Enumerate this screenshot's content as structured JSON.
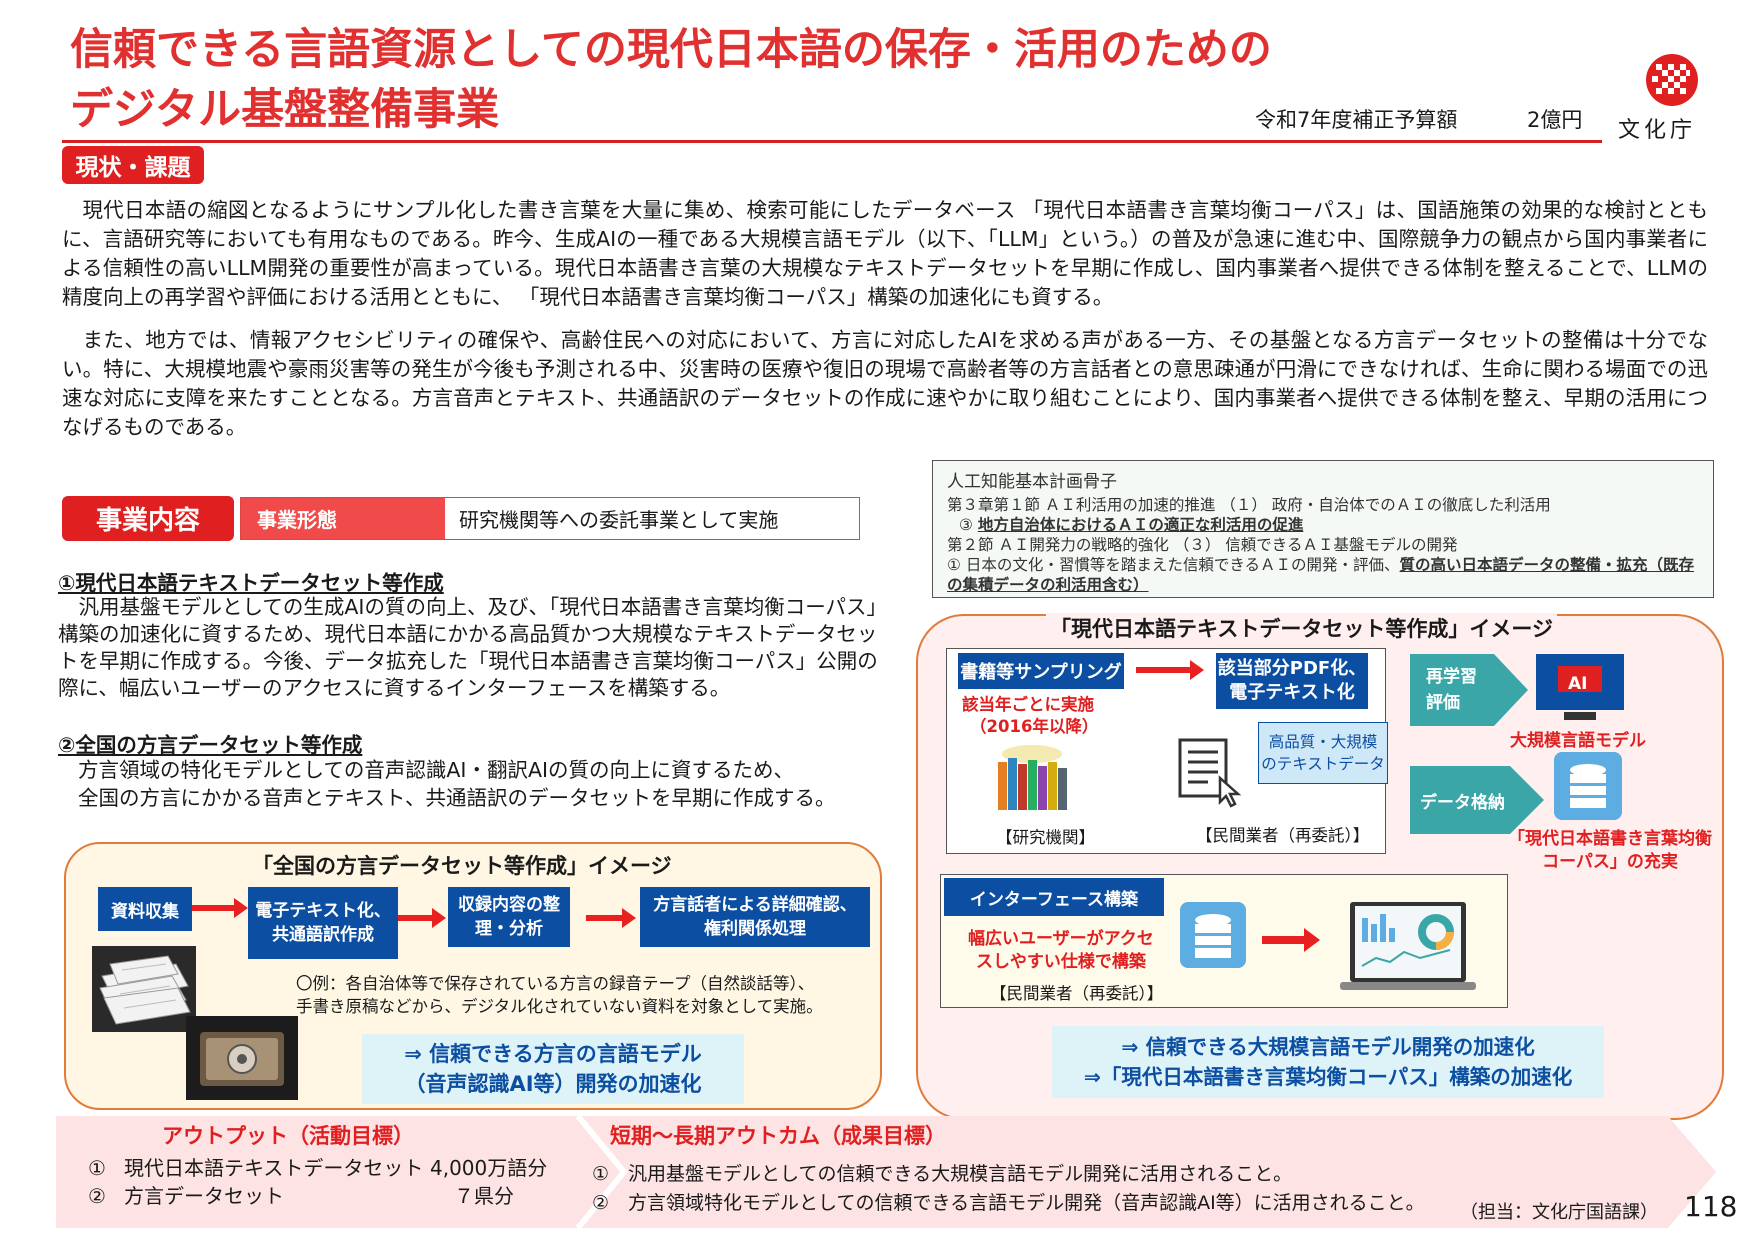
{
  "header": {
    "title_line1": "信頼できる言語資源としての現代日本語の保存・活用のための",
    "title_line2": "デジタル基盤整備事業",
    "budget_label": "令和7年度補正予算額",
    "budget_value": "2億円",
    "logo_text": "文化庁"
  },
  "status": {
    "label": "現状・課題",
    "para1": "現代日本語の縮図となるようにサンプル化した書き言葉を大量に集め、検索可能にしたデータベース 「現代日本語書き言葉均衡コーパス」は、国語施策の効果的な検討とともに、言語研究等においても有用なものである。昨今、生成AIの一種である大規模言語モデル（以下、「LLM」という。）の普及が急速に進む中、国際競争力の観点から国内事業者による信頼性の高いLLM開発の重要性が高まっている。現代日本語書き言葉の大規模なテキストデータセットを早期に作成し、国内事業者へ提供できる体制を整えることで、LLMの精度向上の再学習や評価における活用とともに、 「現代日本語書き言葉均衡コーパス」構築の加速化にも資する。",
    "para2": "また、地方では、情報アクセシビリティの確保や、高齢住民への対応において、方言に対応したAIを求める声がある一方、その基盤となる方言データセットの整備は十分でない。特に、大規模地震や豪雨災害等の発生が今後も予測される中、災害時の医療や復旧の現場で高齢者等の方言話者との意思疎通が円滑にできなければ、生命に関わる場面での迅速な対応に支障を来たすこととなる。方言音声とテキスト、共通語訳のデータセットの作成に速やかに取り組むことにより、国内事業者へ提供できる体制を整え、早期の活用につなげるものである。"
  },
  "ai_plan": {
    "title": "人工知能基本計画骨子",
    "line1": "第３章第１節 ＡＩ利活用の加速的推進 （１） 政府・自治体でのＡＩの徹底した利活用",
    "line2_pre": "③ ",
    "line2_ul": "地方自治体におけるＡＩの適正な利活用の促進",
    "line3": "第２節 ＡＩ開発力の戦略的強化 （３） 信頼できるＡＩ基盤モデルの開発",
    "line4_pre": "① 日本の文化・習慣等を踏まえた信頼できるＡＩの開発・評価、",
    "line4_ul": "質の高い日本語データの整備・拡充（既存の集積データの利活用含む）"
  },
  "business": {
    "label": "事業内容",
    "form_label": "事業形態",
    "form_value": "研究機関等への委託事業として実施",
    "item1_title": "①現代日本語テキストデータセット等作成",
    "item1_body": "汎用基盤モデルとしての生成AIの質の向上、及び、「現代日本語書き言葉均衡コーパス」構築の加速化に資するため、現代日本語にかかる高品質かつ大規模なテキストデータセットを早期に作成する。今後、データ拡充した「現代日本語書き言葉均衡コーパス」公開の際に、幅広いユーザーのアクセスに資するインターフェースを構築する。",
    "item2_title": "②全国の方言データセット等作成",
    "item2_body_line1": "方言領域の特化モデルとしての音声認識AI・翻訳AIの質の向上に資するため、",
    "item2_body_line2": "全国の方言にかかる音声とテキスト、共通語訳のデータセットを早期に作成する。"
  },
  "dialect_image": {
    "title": "「全国の方言データセット等作成」イメージ",
    "steps": [
      "資料収集",
      "電子テキスト化、共通語訳作成",
      "収録内容の整理・分析",
      "方言話者による詳細確認、権利関係処理"
    ],
    "example_line1": "〇例：各自治体等で保存されている方言の録音テープ（自然談話等）、",
    "example_line2": "手書き原稿などから、デジタル化されていない資料を対象として実施。",
    "result_line1": "⇒ 信頼できる方言の言語モデル",
    "result_line2": "（音声認識AI等）開発の加速化"
  },
  "text_image": {
    "title": "「現代日本語テキストデータセット等作成」イメージ",
    "sampling": "書籍等サンプリング",
    "pdf_line1": "該当部分PDF化、",
    "pdf_line2": "電子テキスト化",
    "yearly_line1": "該当年ごとに実施",
    "yearly_line2": "（2016年以降）",
    "research_org": "【研究機関】",
    "private_sub": "【民間業者（再委託）】",
    "quality_line1": "高品質・大規模",
    "quality_line2": "のテキストデータ",
    "relearn_line1": "再学習",
    "relearn_line2": "評価",
    "ai_label": "AI",
    "llm": "大規模言語モデル",
    "storage": "データ格納",
    "corpus_line1": "「現代日本語書き言葉均衡",
    "corpus_line2": "コーパス」の充実",
    "interface": "インターフェース構築",
    "interface_desc_line1": "幅広いユーザーがアクセ",
    "interface_desc_line2": "スしやすい仕様で構築",
    "private_sub2": "【民間業者（再委託）】",
    "result_line1": "⇒ 信頼できる大規模言語モデル開発の加速化",
    "result_line2": "⇒「現代日本語書き言葉均衡コーパス」構築の加速化"
  },
  "output": {
    "title": "アウトプット（活動目標）",
    "rows": [
      {
        "no": "①",
        "label": "現代日本語テキストデータセット",
        "value": "4,000万語分"
      },
      {
        "no": "②",
        "label": "方言データセット",
        "value": "７県分"
      }
    ]
  },
  "outcome": {
    "title": "短期～長期アウトカム（成果目標）",
    "rows": [
      "①　汎用基盤モデルとしての信頼できる大規模言語モデル開発に活用されること。",
      "②　方言領域特化モデルとしての信頼できる言語モデル開発（音声認識AI等）に活用されること。"
    ]
  },
  "footer": {
    "charge": "（担当：文化庁国語課）",
    "page": "118"
  },
  "colors": {
    "accent_red": "#e02020",
    "navy": "#0c4ea2",
    "teal": "#3aa6a8",
    "orange_border": "#e07b3a"
  }
}
